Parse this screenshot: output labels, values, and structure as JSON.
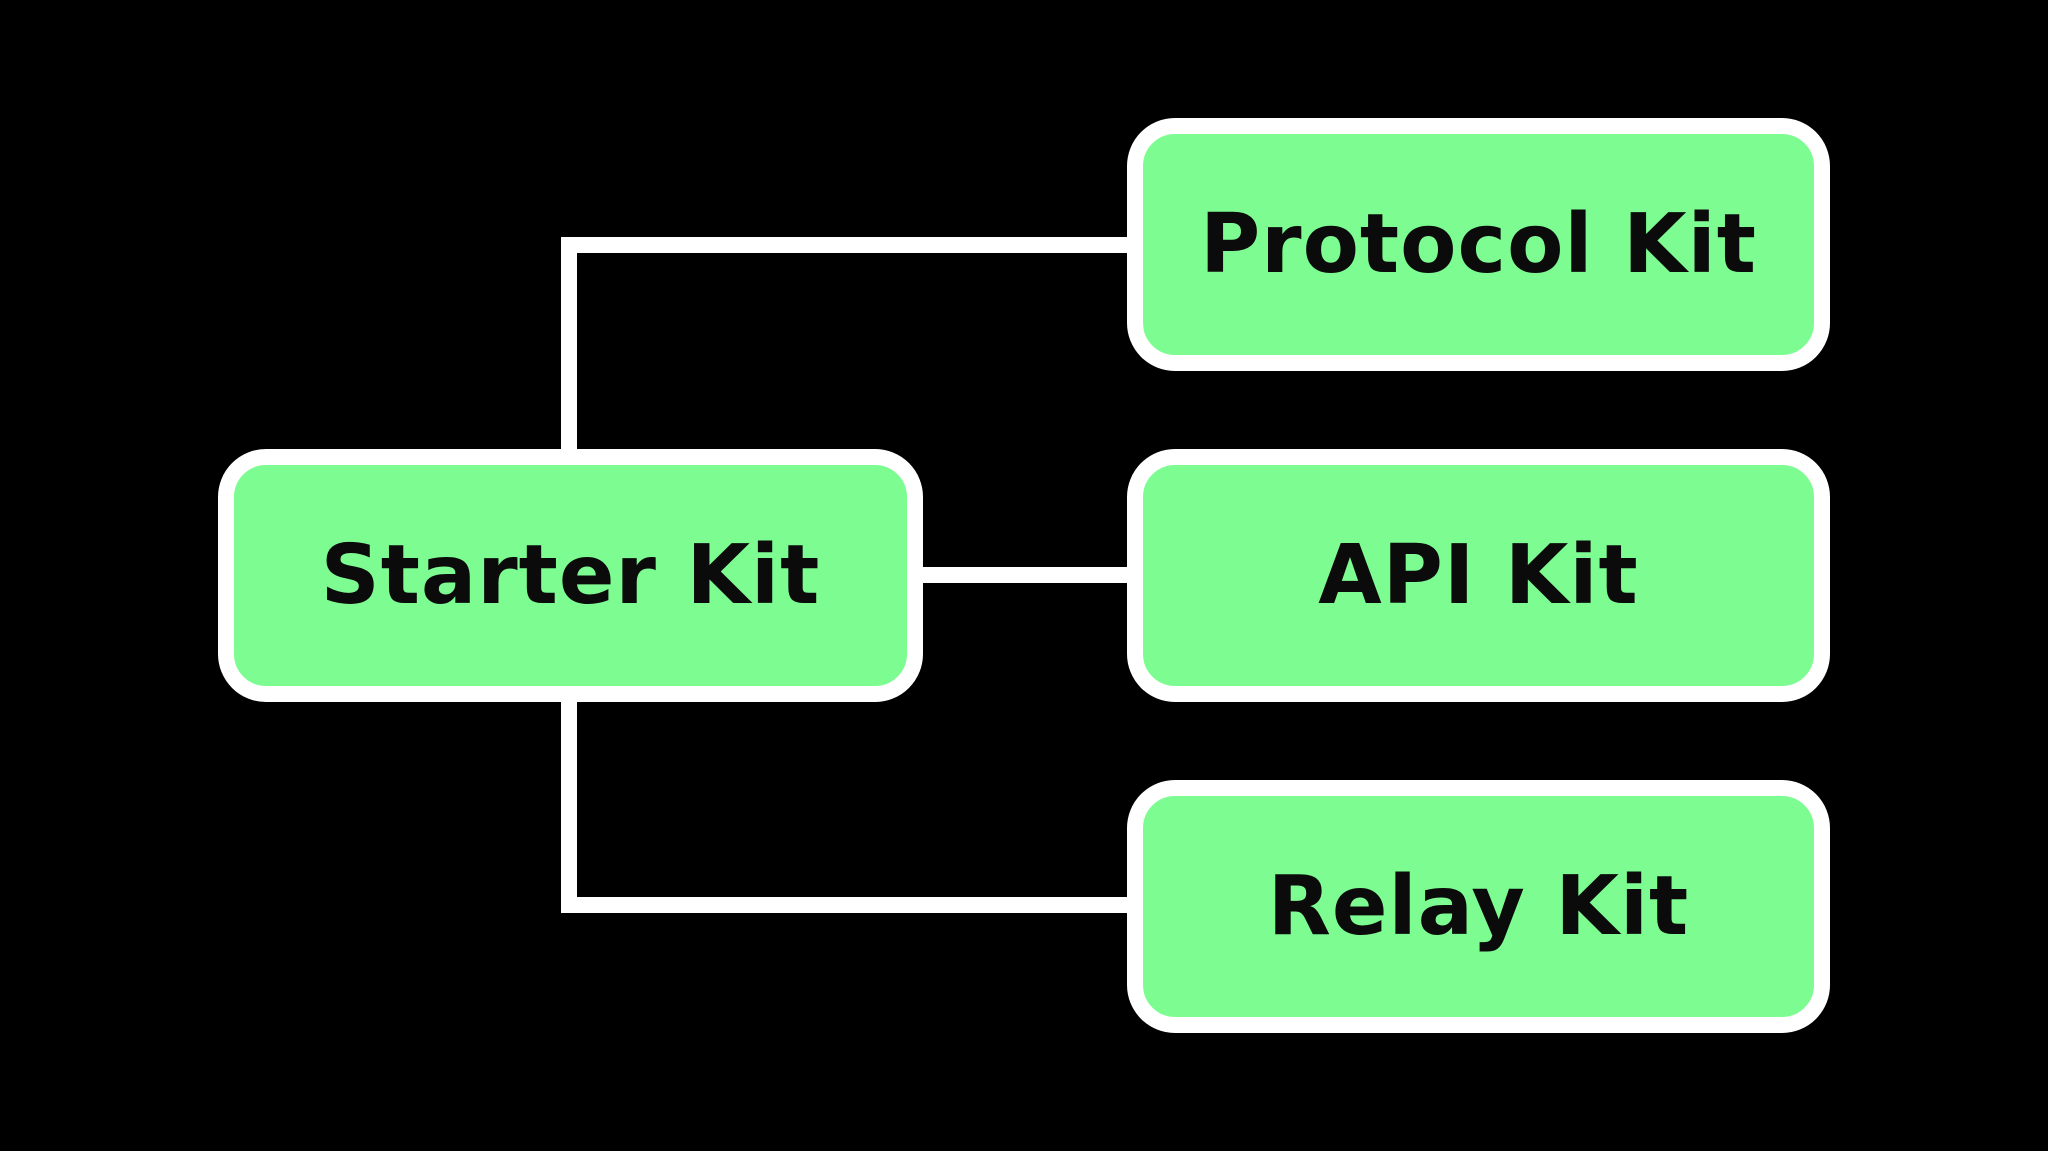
{
  "diagram": {
    "root": {
      "label": "Starter Kit"
    },
    "children": [
      {
        "label": "Protocol Kit"
      },
      {
        "label": "API Kit"
      },
      {
        "label": "Relay Kit"
      }
    ]
  },
  "colors": {
    "background": "#000000",
    "node_fill": "#7dfd91",
    "node_border": "#ffffff",
    "connector": "#ffffff",
    "text": "#0b0b0b"
  }
}
